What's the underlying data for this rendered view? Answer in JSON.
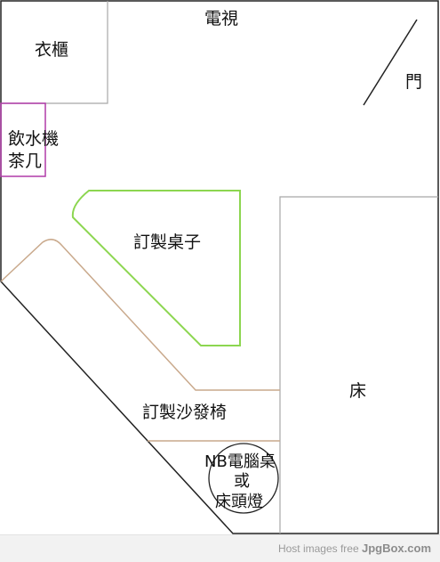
{
  "rooms": {
    "tv": "電視",
    "wardrobe": "衣櫃",
    "door": "門",
    "water_dispenser_line1": "飲水機",
    "water_dispenser_line2": "茶几",
    "custom_table": "訂製桌子",
    "bed": "床",
    "custom_sofa": "訂製沙發椅",
    "nb_desk_line1": "NB電腦桌",
    "nb_desk_line2": "或",
    "nb_desk_line3": "床頭燈"
  },
  "colors": {
    "walls": "#222222",
    "furniture": "#a8a8a8",
    "water_dispenser": "#b03aa8",
    "table": "#8cd650",
    "sofa": "#c9a98c"
  },
  "footer": {
    "prefix": "Host images free ",
    "brand": "JpgBox.com"
  }
}
